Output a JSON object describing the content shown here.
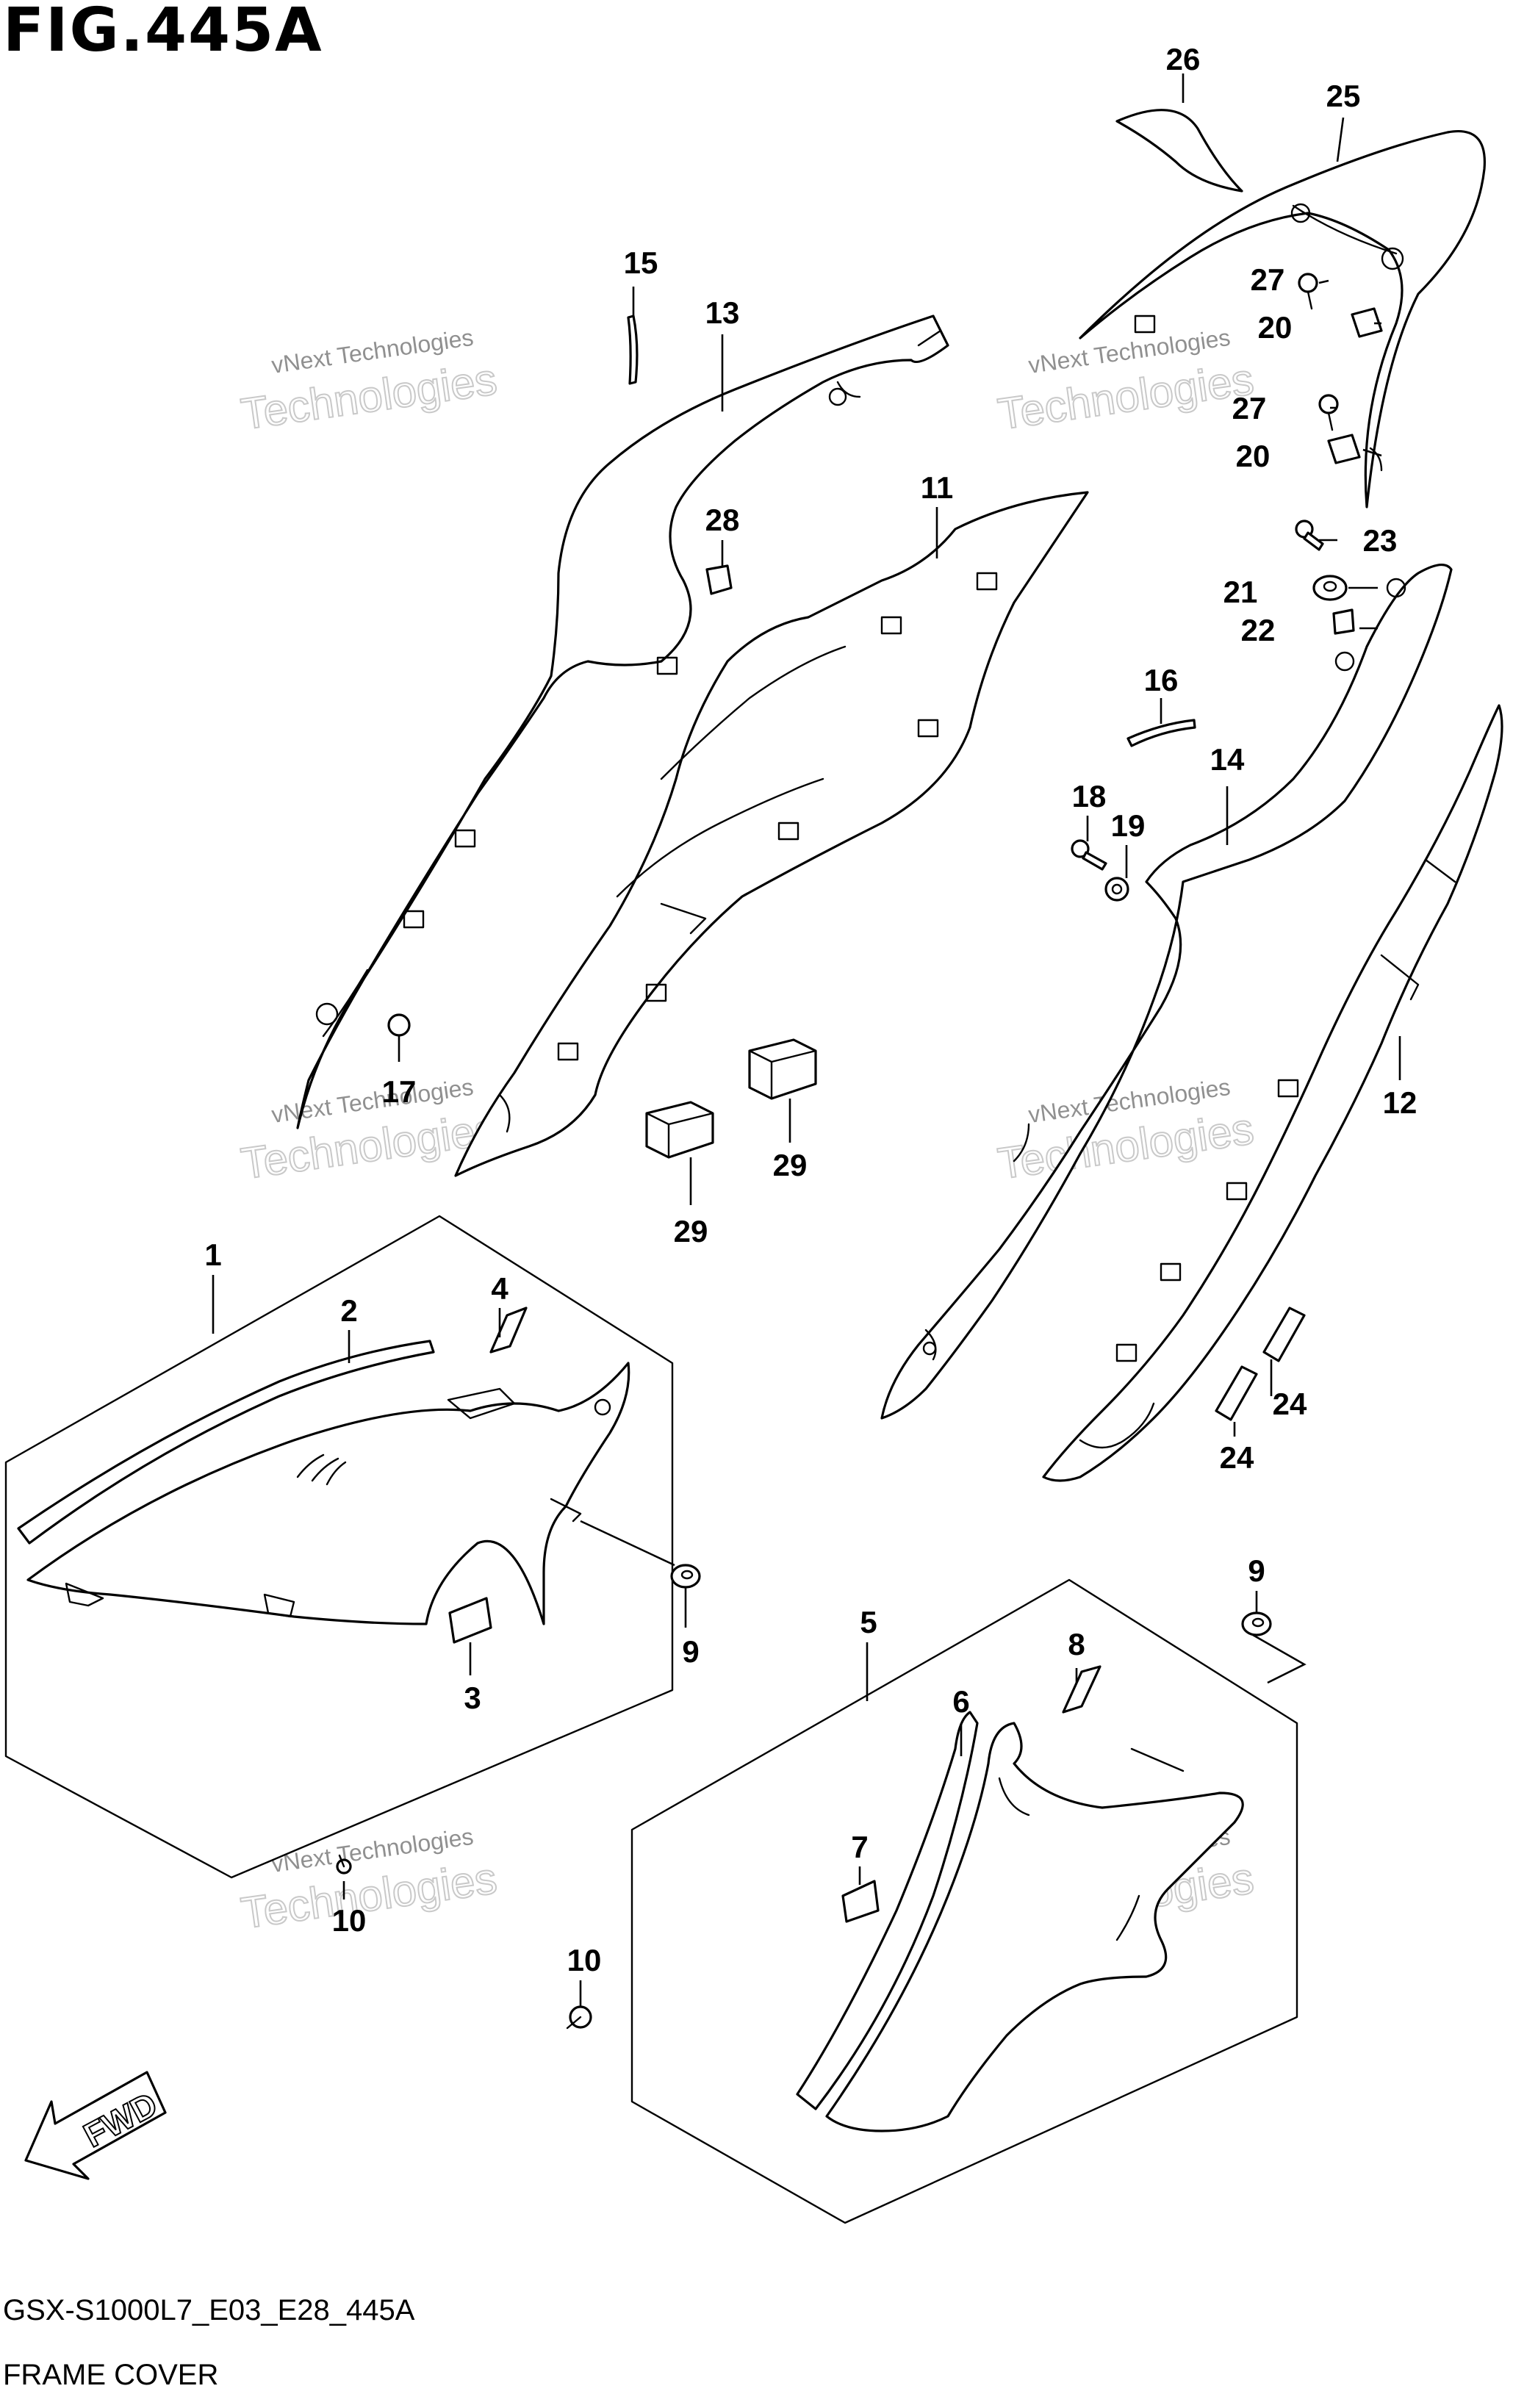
{
  "figure": {
    "title": "FIG.445A",
    "code": "GSX-S1000L7_E03_E28_445A",
    "name": "FRAME COVER"
  },
  "watermark": {
    "line1": "vNext Technologies",
    "line2": "Technologies"
  },
  "direction_label": "FWD",
  "callouts": {
    "c1": "1",
    "c2": "2",
    "c3": "3",
    "c4": "4",
    "c5": "5",
    "c6": "6",
    "c7": "7",
    "c8": "8",
    "c9a": "9",
    "c9b": "9",
    "c10a": "10",
    "c10b": "10",
    "c11": "11",
    "c12": "12",
    "c13": "13",
    "c14": "14",
    "c15": "15",
    "c16": "16",
    "c17": "17",
    "c18": "18",
    "c19": "19",
    "c20a": "20",
    "c20b": "20",
    "c21": "21",
    "c22": "22",
    "c23": "23",
    "c24a": "24",
    "c24b": "24",
    "c25": "25",
    "c26": "26",
    "c27a": "27",
    "c27b": "27",
    "c28": "28",
    "c29a": "29",
    "c29b": "29"
  }
}
